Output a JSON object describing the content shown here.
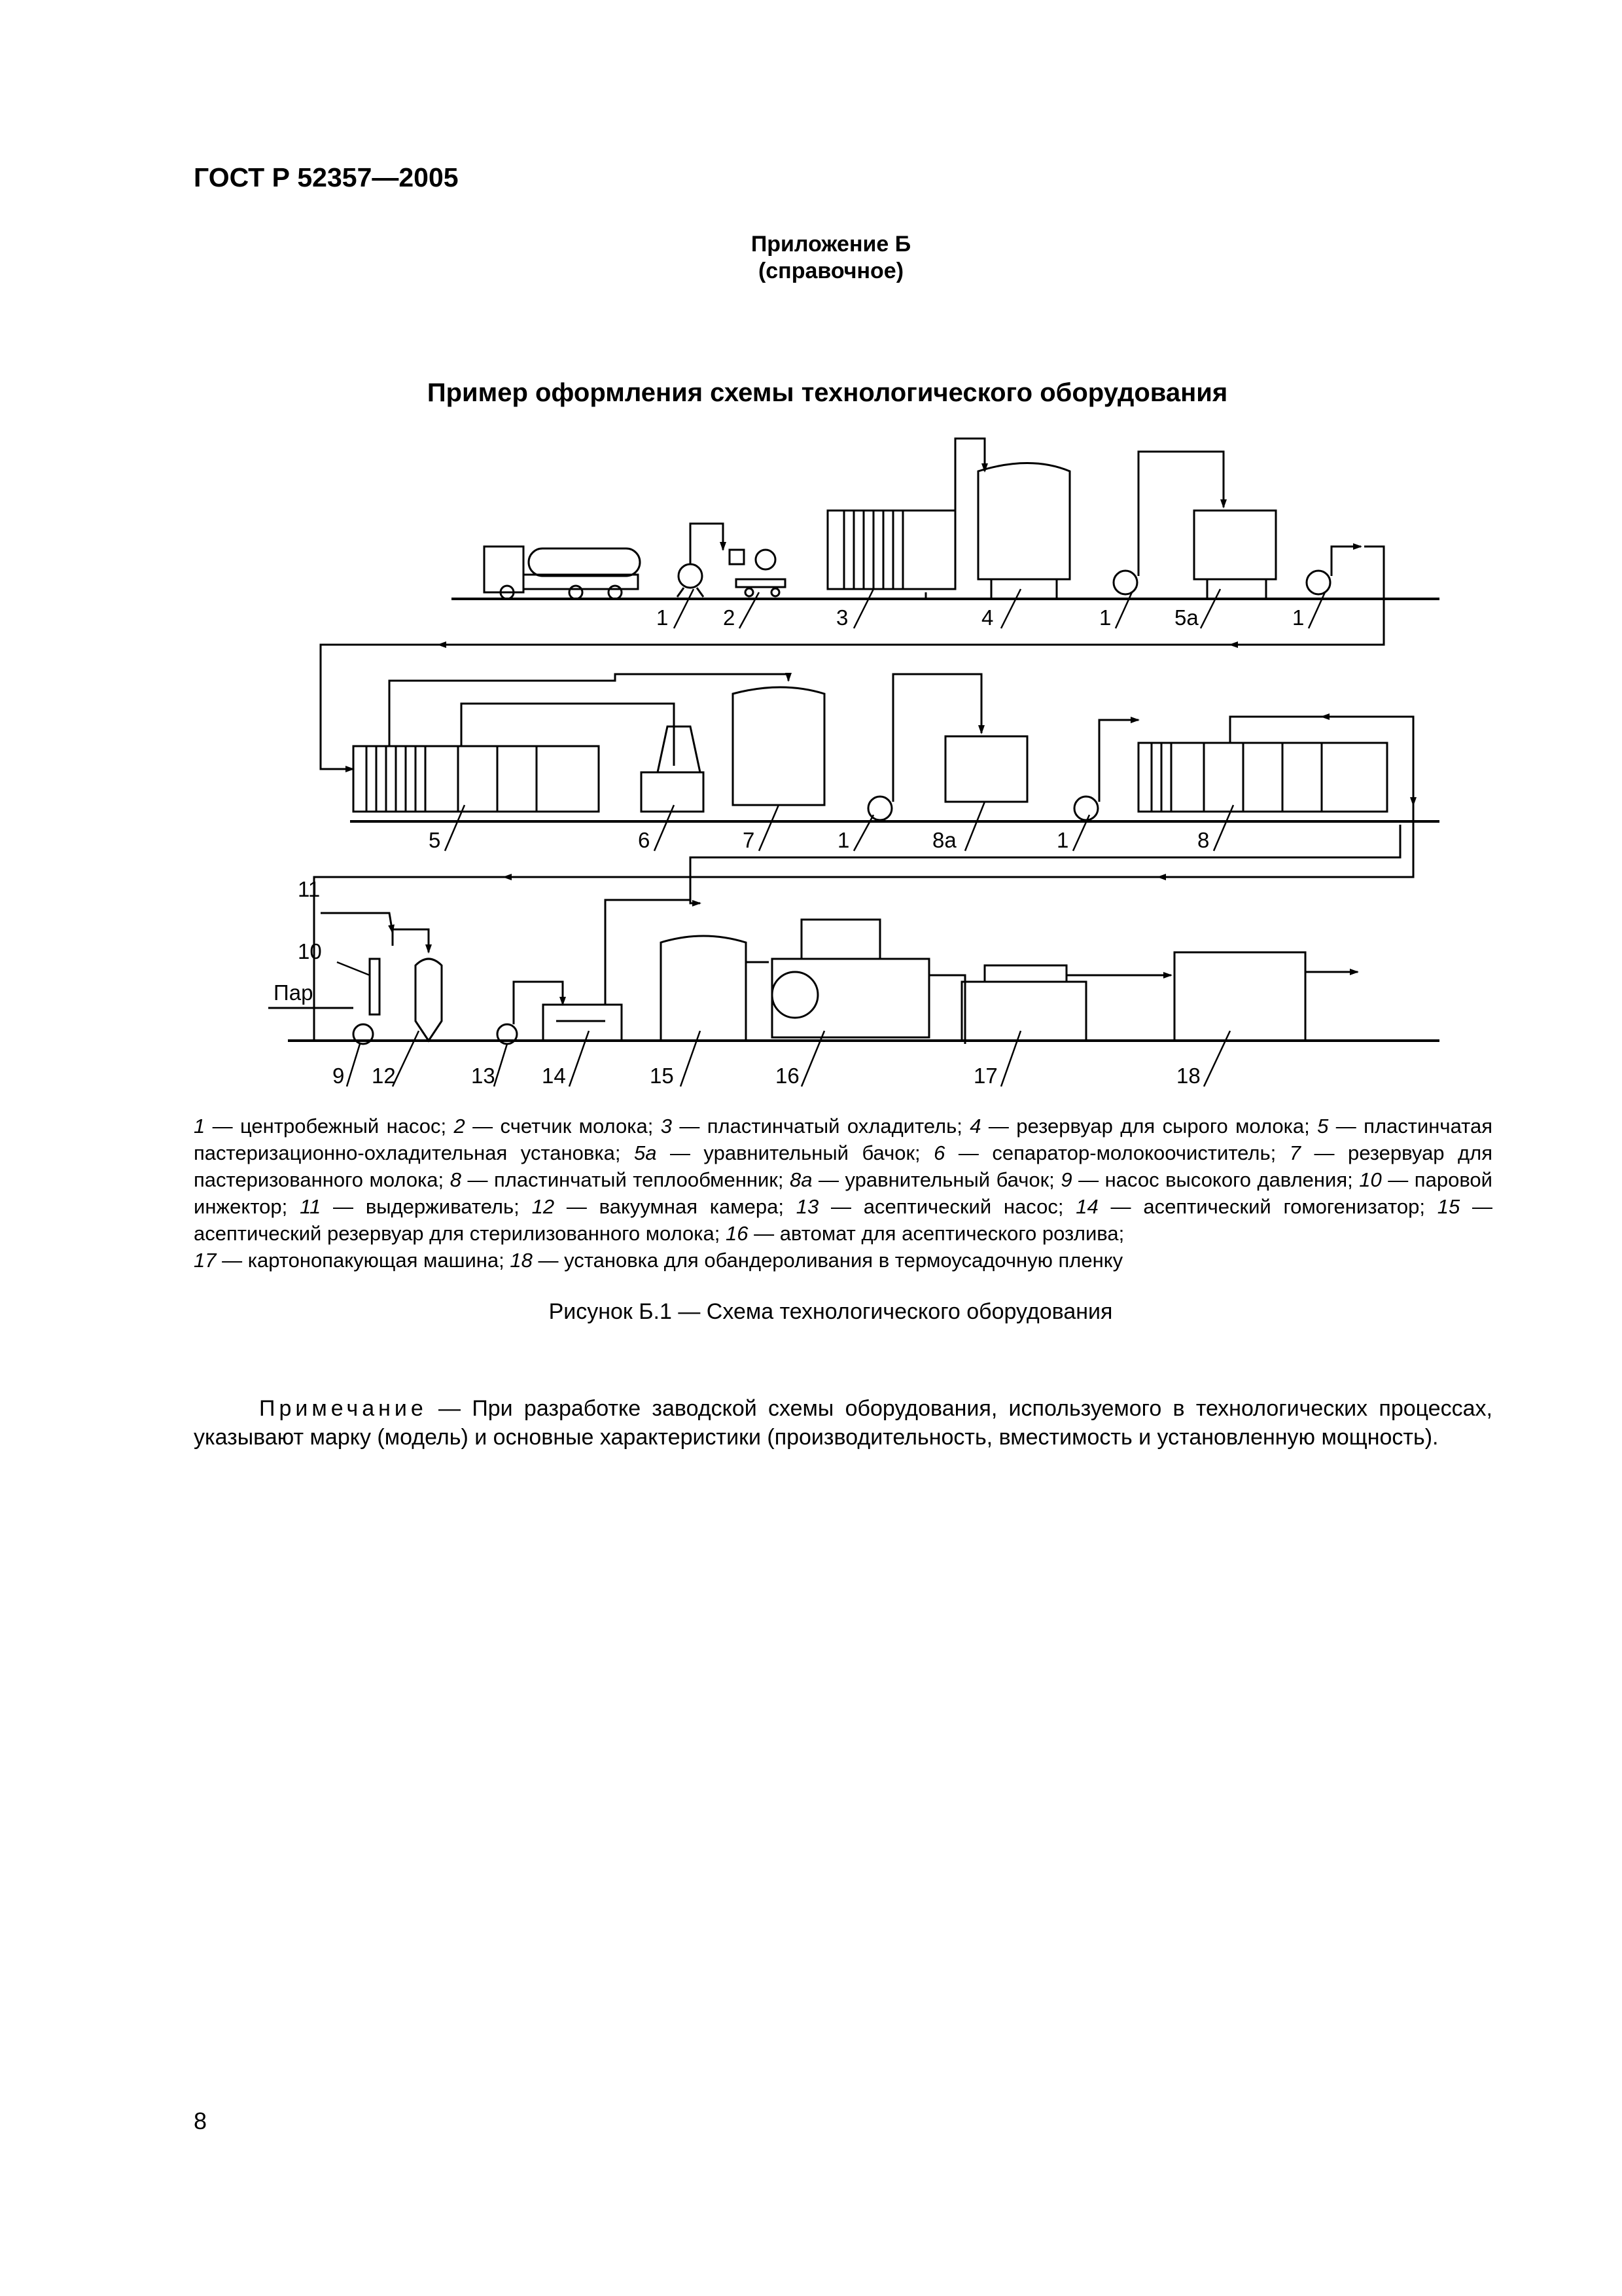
{
  "header": {
    "doc_code": "ГОСТ Р 52357—2005"
  },
  "appendix": {
    "title": "Приложение Б",
    "subtitle": "(справочное)"
  },
  "scheme_title": "Пример оформления схемы технологического оборудования",
  "diagram": {
    "labels_row1": [
      "1",
      "2",
      "3",
      "4",
      "1",
      "5а",
      "1"
    ],
    "labels_row2": [
      "5",
      "6",
      "7",
      "1",
      "8а",
      "1",
      "8"
    ],
    "labels_row3": [
      "9",
      "12",
      "13",
      "14",
      "15",
      "16",
      "17",
      "18"
    ],
    "side_labels": {
      "l11": "11",
      "l10": "10",
      "steam": "Пар"
    }
  },
  "legend": {
    "items": [
      {
        "num": "1",
        "text": " — центробежный насос; "
      },
      {
        "num": "2",
        "text": " — счетчик молока; "
      },
      {
        "num": "3",
        "text": " — пластинчатый охладитель; "
      },
      {
        "num": "4",
        "text": " — резервуар для сырого молока; "
      },
      {
        "num": "5",
        "text": " — пластинчатая пастеризационно-охладительная установка; "
      },
      {
        "num": "5а",
        "text": " — уравнительный бачок; "
      },
      {
        "num": "6",
        "text": " — сепаратор-молокоочиститель; "
      },
      {
        "num": "7",
        "text": " — резервуар для пастеризованного молока; "
      },
      {
        "num": "8",
        "text": " — пластинчатый теплообменник; "
      },
      {
        "num": "8а",
        "text": " — уравнительный бачок; "
      },
      {
        "num": "9",
        "text": " — насос высокого давления; "
      },
      {
        "num": "10",
        "text": " — паровой инжектор; "
      },
      {
        "num": "11",
        "text": " — выдерживатель; "
      },
      {
        "num": "12",
        "text": " — вакуумная камера; "
      },
      {
        "num": "13",
        "text": " — асептический насос; "
      },
      {
        "num": "14",
        "text": " — асептический гомогенизатор; "
      },
      {
        "num": "15",
        "text": " — асептический резервуар для стерилизованного молока; "
      },
      {
        "num": "16",
        "text": " — автомат для асептического розлива;"
      },
      {
        "num": "17",
        "text": " — картонопакующая машина; "
      },
      {
        "num": "18",
        "text": " — установка для обандероливания в термоусадочную пленку"
      }
    ]
  },
  "figure_caption": "Рисунок Б.1 — Схема технологического оборудования",
  "note": {
    "label": "Примечание",
    "text": " — При разработке заводской схемы оборудования, используемого в технологических процессах, указывают марку (модель) и основные характеристики (производительность, вместимость и установленную мощность)."
  },
  "page_number": "8"
}
